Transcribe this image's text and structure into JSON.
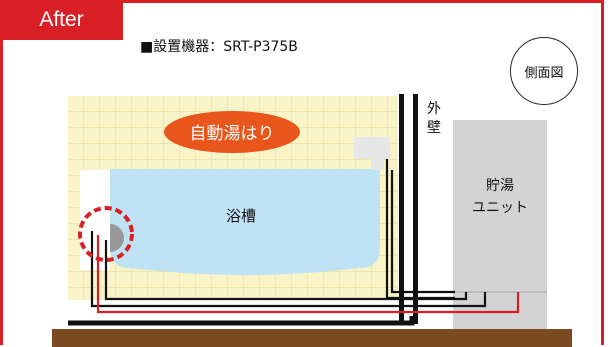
{
  "badge": {
    "label": "After"
  },
  "header": {
    "equipment_label": "■設置機器：SRT-P375B"
  },
  "side_view": {
    "label": "側面図"
  },
  "diagram": {
    "auto_fill_label": "自動湯はり",
    "bathtub_label": "浴槽",
    "outer_wall_label_1": "外",
    "outer_wall_label_2": "壁",
    "storage_unit_label_1": "貯湯",
    "storage_unit_label_2": "ユニット"
  },
  "colors": {
    "accent_red": "#d81f26",
    "auto_fill_orange": "#e8561c",
    "bathtub_blue": "#bfe3f5",
    "tile_yellow": "#f8f4c7",
    "unit_gray": "#d3d3d3",
    "floor_brown": "#7b4a20"
  }
}
